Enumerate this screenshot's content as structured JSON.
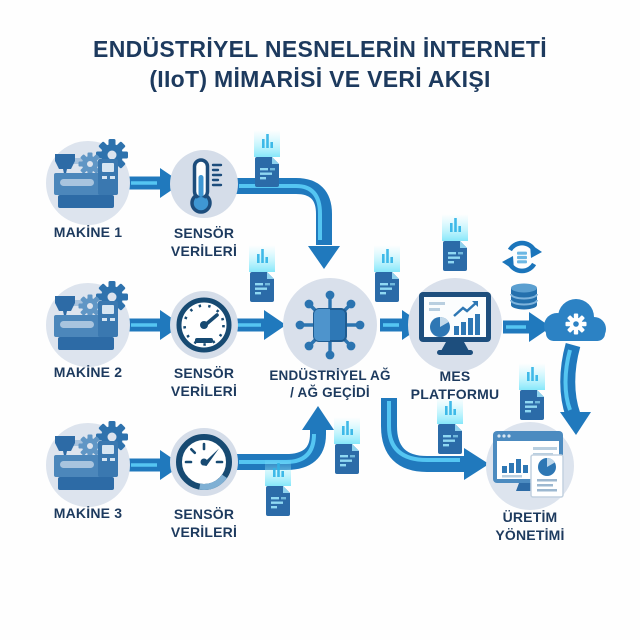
{
  "title": {
    "text": "ENDÜSTRİYEL NESNELERİN İNTERNETİ\n(IIoT) MİMARİSİ VE VERİ AKIŞI"
  },
  "nodes": {
    "machine1": {
      "label": "MAKİNE 1",
      "icon": "cnc-machine-icon"
    },
    "machine2": {
      "label": "MAKİNE 2",
      "icon": "cnc-machine-icon"
    },
    "machine3": {
      "label": "MAKİNE 3",
      "icon": "cnc-machine-icon"
    },
    "sensor1": {
      "label": "SENSÖR\nVERİLERİ",
      "icon": "thermometer-icon"
    },
    "sensor2": {
      "label": "SENSÖR\nVERİLERİ",
      "icon": "speedometer-icon"
    },
    "sensor3": {
      "label": "SENSÖR\nVERİLERİ",
      "icon": "gauge-icon"
    },
    "gateway": {
      "label": "ENDÜSTRİYEL AĞ\n/ AĞ GEÇİDİ",
      "icon": "network-chip-icon"
    },
    "mes": {
      "label": "MES\nPLATFORMU",
      "icon": "analytics-monitor-icon"
    },
    "production": {
      "label": "ÜRETİM\nYÖNETİMİ",
      "icon": "dashboard-report-icon"
    },
    "cloud": {
      "icon": "cloud-gear-icon"
    },
    "sync": {
      "icon": "sync-arrows-icon"
    },
    "database": {
      "icon": "database-icon"
    }
  },
  "connections": [
    {
      "from": "machine1",
      "to": "sensor1"
    },
    {
      "from": "sensor1",
      "to": "gateway"
    },
    {
      "from": "machine2",
      "to": "sensor2"
    },
    {
      "from": "sensor2",
      "to": "gateway"
    },
    {
      "from": "machine3",
      "to": "sensor3"
    },
    {
      "from": "sensor3",
      "to": "gateway"
    },
    {
      "from": "gateway",
      "to": "mes"
    },
    {
      "from": "mes",
      "to": "cloud"
    },
    {
      "from": "mes",
      "to": "production"
    },
    {
      "from": "cloud",
      "to": "production"
    }
  ],
  "data_doc_icons": 8,
  "colors": {
    "title_text": "#1d3a5e",
    "label_text": "#1d3a5e",
    "arrow_main": "#2079bd",
    "arrow_stripe": "#55c6f2",
    "circle_bg": "#dde4ee",
    "icon_dark": "#1d4e7d",
    "icon_mid": "#2e77b4",
    "icon_light": "#b9cfe0",
    "doc_body": "#2b6ba8",
    "doc_glow": "#7fe6fa",
    "cloud_fill": "#2c82c4",
    "background": "#fefefe"
  }
}
